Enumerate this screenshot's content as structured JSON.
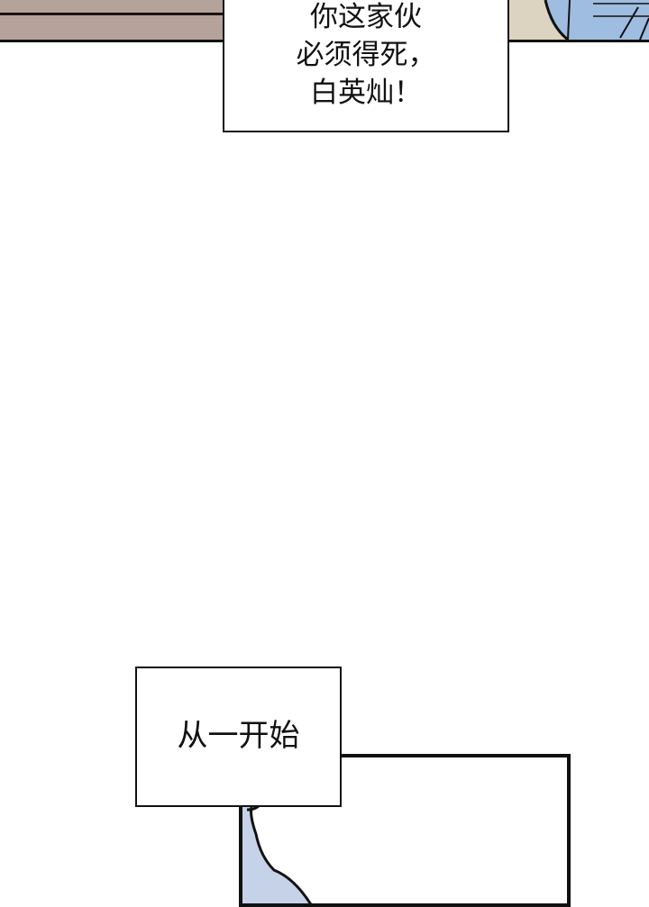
{
  "comic": {
    "top_panel": {
      "left_color": "#b5a29a",
      "right_color": "#9fbde0"
    },
    "caption_top": {
      "lines": [
        "你这家伙",
        "必须得死，",
        "白英灿！"
      ]
    },
    "caption_bottom": {
      "text": "从一开始"
    },
    "bottom_panel": {
      "fill_color": "#c6d2e8"
    }
  }
}
